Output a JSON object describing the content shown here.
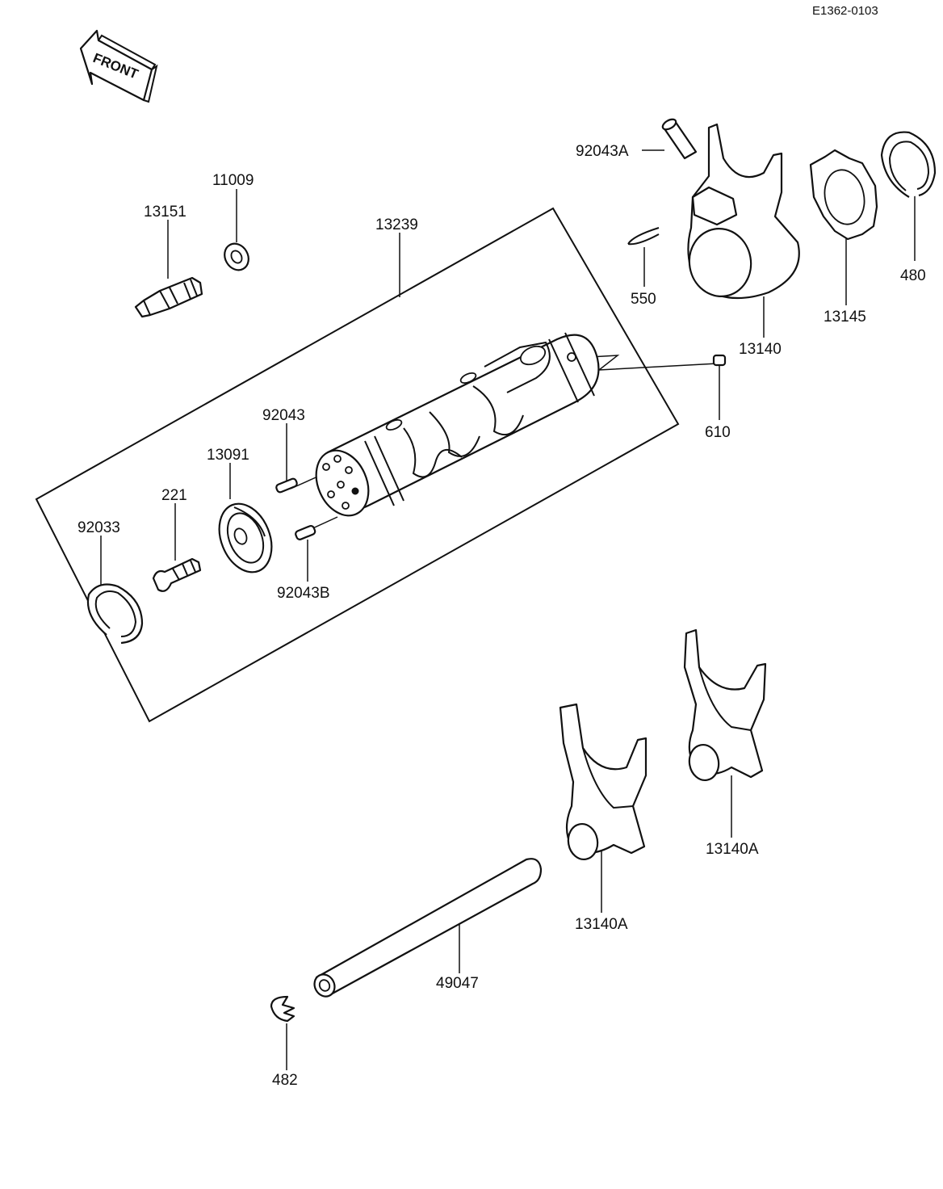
{
  "diagram_code": "E1362-0103",
  "front_label": "FRONT",
  "parts": {
    "p92043A": "92043A",
    "p11009": "11009",
    "p13151": "13151",
    "p13239": "13239",
    "p550": "550",
    "p13140": "13140",
    "p13145": "13145",
    "p480": "480",
    "p610": "610",
    "p92043": "92043",
    "p13091": "13091",
    "p221": "221",
    "p92033": "92033",
    "p92043B": "92043B",
    "p13140A_right": "13140A",
    "p13140A_left": "13140A",
    "p49047": "49047",
    "p482": "482"
  }
}
